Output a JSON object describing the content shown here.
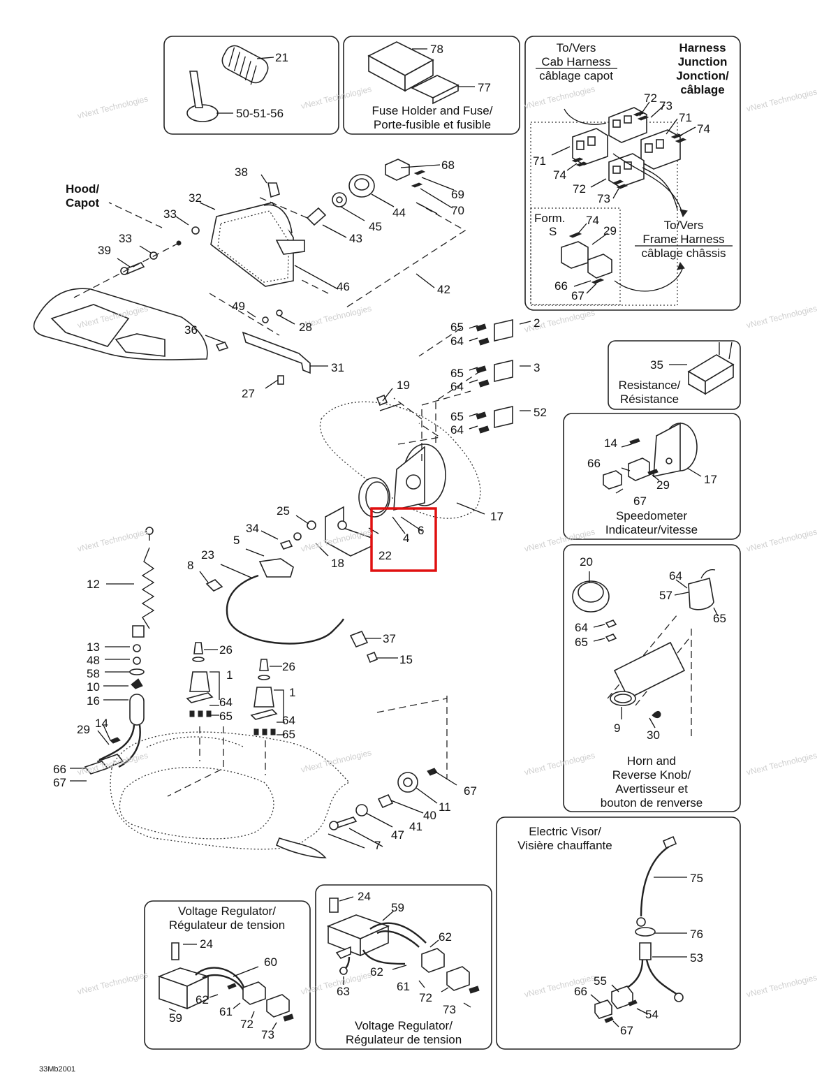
{
  "diagram_code": "33Mb2001",
  "watermark": {
    "line1": "vNext Technologies",
    "line2": "Technologies",
    "line3": "vNext"
  },
  "highlight_color": "#e01010",
  "captions": {
    "hood": [
      "Hood/",
      "Capot"
    ],
    "fuse": [
      "Fuse Holder and Fuse/",
      "Porte-fusible et fusible"
    ],
    "harness_title": [
      "Harness",
      "Junction",
      "Jonction/",
      "câblage"
    ],
    "to_cab": [
      "To/Vers",
      "Cab Harness",
      "câblage capot"
    ],
    "to_frame": [
      "To/Vers",
      "Frame Harness",
      "câblage châssis"
    ],
    "form_s": [
      "Form.",
      "S"
    ],
    "resistance": [
      "Resistance/",
      "Résistance"
    ],
    "speedometer": [
      "Speedometer",
      "Indicateur/vitesse"
    ],
    "horn": [
      "Horn and",
      "Reverse Knob/",
      "Avertisseur et",
      "bouton de renverse"
    ],
    "visor": [
      "Electric Visor/",
      "Visière chauffante"
    ],
    "voltage_left": [
      "Voltage Regulator/",
      "Régulateur de tension"
    ],
    "voltage_mid": [
      "Voltage Regulator/",
      "Régulateur de tension"
    ]
  },
  "callouts": {
    "c21": "21",
    "c5051": "50-51-56",
    "c78": "78",
    "c77": "77",
    "c72a": "72",
    "c73a": "73",
    "c71a": "71",
    "c74a": "74",
    "c71b": "71",
    "c74b": "74",
    "c72b": "72",
    "c73b": "73",
    "c74c": "74",
    "c29a": "29",
    "c66a": "66",
    "c67a": "67",
    "c38": "38",
    "c68": "68",
    "c69": "69",
    "c70": "70",
    "c32": "32",
    "c33a": "33",
    "c33b": "33",
    "c39": "39",
    "c43": "43",
    "c45": "45",
    "c44": "44",
    "c46": "46",
    "c42": "42",
    "c49": "49",
    "c28": "28",
    "c36": "36",
    "c31": "31",
    "c27": "27",
    "c19": "19",
    "c65a": "65",
    "c64a": "64",
    "c2": "2",
    "c65b": "65",
    "c64b": "64",
    "c3": "3",
    "c65c": "65",
    "c64c": "64",
    "c52": "52",
    "c35": "35",
    "c14a": "14",
    "c66b": "66",
    "c29b": "29",
    "c67b": "67",
    "c17a": "17",
    "c17b": "17",
    "c25": "25",
    "c34": "34",
    "c5": "5",
    "c18": "18",
    "c22": "22",
    "c4": "4",
    "c6": "6",
    "c23": "23",
    "c8": "8",
    "c12": "12",
    "c37": "37",
    "c15": "15",
    "c13": "13",
    "c48": "48",
    "c58": "58",
    "c10": "10",
    "c16": "16",
    "c29c": "29",
    "c14b": "14",
    "c66c": "66",
    "c67c": "67",
    "c26a": "26",
    "c1a": "1",
    "c64d": "64",
    "c65d": "65",
    "c26b": "26",
    "c1b": "1",
    "c64e": "64",
    "c65e": "65",
    "c67d": "67",
    "c11": "11",
    "c40": "40",
    "c41": "41",
    "c47": "47",
    "c7": "7",
    "c20": "20",
    "c64f": "64",
    "c57": "57",
    "c65f": "65",
    "c64g": "64",
    "c65g": "65",
    "c9": "9",
    "c30": "30",
    "c75": "75",
    "c76": "76",
    "c53": "53",
    "c55": "55",
    "c66d": "66",
    "c54": "54",
    "c67e": "67",
    "c24a": "24",
    "c59a": "59",
    "c62a": "62",
    "c62b": "62",
    "c61a": "61",
    "c72c": "72",
    "c73c": "73",
    "c63": "63",
    "c24b": "24",
    "c60": "60",
    "c62c": "62",
    "c61b": "61",
    "c72d": "72",
    "c73d": "73",
    "c59b": "59"
  }
}
